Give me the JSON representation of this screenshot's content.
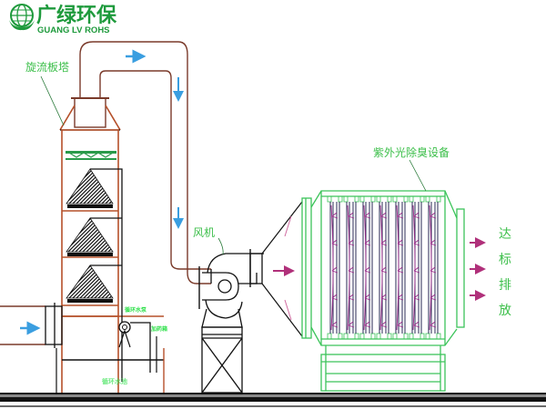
{
  "logo": {
    "name_cn": "广绿环保",
    "name_en": "GUANG LV ROHS",
    "brand_color": "#1e9a3c"
  },
  "labels": {
    "tower": "旋流板塔",
    "fan": "风机",
    "uv_equipment": "紫外光除臭设备",
    "pump": "循环水泵",
    "dosing": "加药箱",
    "pool": "循环水池",
    "discharge": [
      "达",
      "标",
      "排",
      "放"
    ]
  },
  "colors": {
    "tower_line": "#b5502a",
    "duct_line": "#7a3a2a",
    "uv_line": "#3cc45a",
    "uv_lamp": "#9b2a8a",
    "airflow_arrow_blue": "#3a9ee0",
    "airflow_arrow_purple": "#b0307a",
    "structure": "#111111"
  },
  "flow": {
    "stages": [
      "inlet",
      "旋流板塔",
      "风机",
      "紫外光除臭设备",
      "达标排放"
    ],
    "tower_packing_layers": 3,
    "uv_lamp_modules": 7
  }
}
